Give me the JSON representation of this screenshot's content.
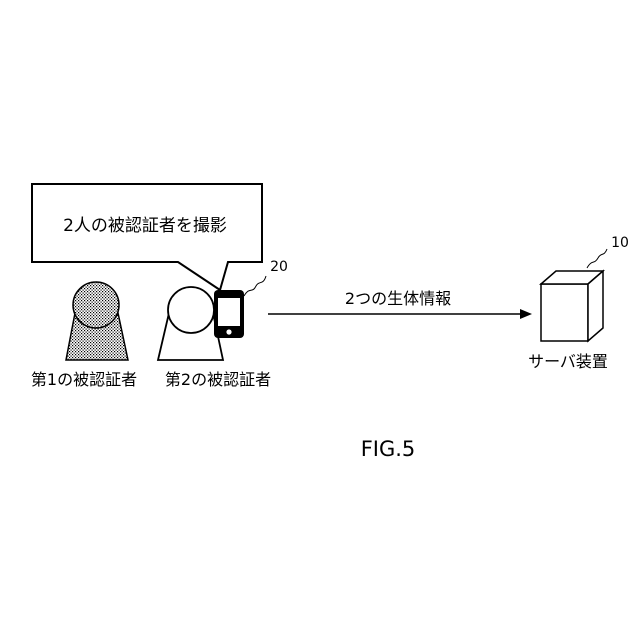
{
  "speech_bubble": {
    "text": "2人の被認証者を撮影"
  },
  "persons": {
    "first_label": "第1の被認証者",
    "second_label": "第2の被認証者"
  },
  "phone": {
    "ref_number": "20"
  },
  "arrow": {
    "label": "2つの生体情報"
  },
  "server": {
    "ref_number": "10",
    "label": "サーバ装置"
  },
  "figure": {
    "caption": "FIG.5"
  },
  "colors": {
    "line": "#000000",
    "background": "#ffffff",
    "stipple": "#000000"
  }
}
